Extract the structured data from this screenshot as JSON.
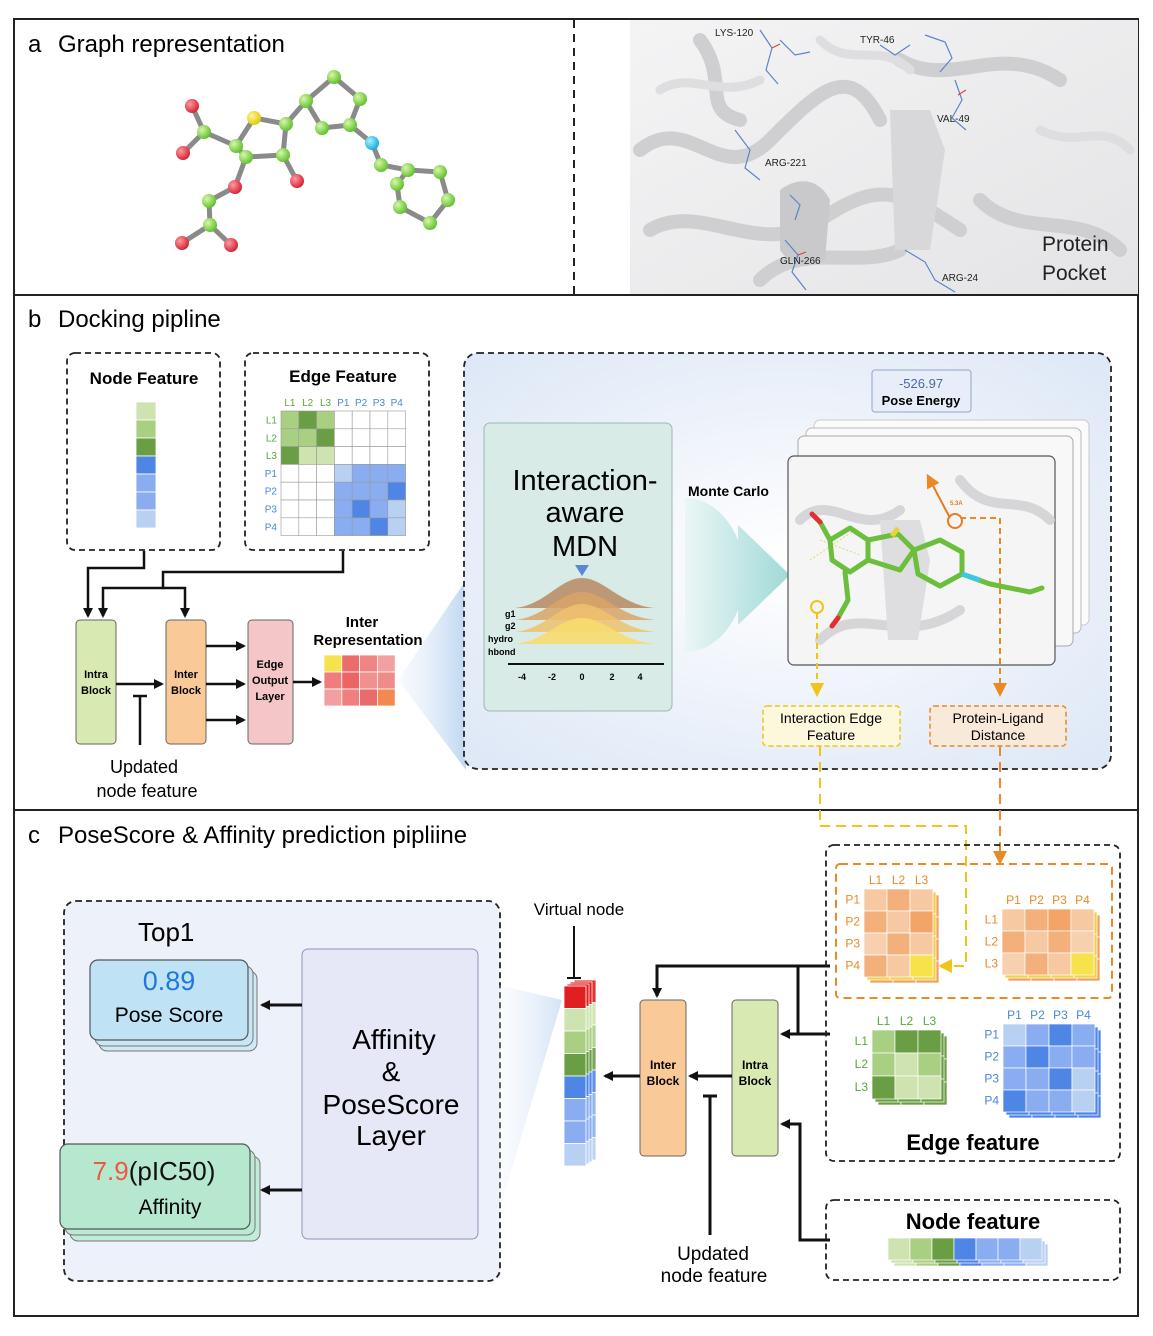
{
  "panel_a": {
    "letter": "a",
    "title": "Graph representation",
    "residues": [
      "LYS-120",
      "TYR-46",
      "VAL-49",
      "ARG-221",
      "GLN-266",
      "ARG-24"
    ],
    "pocket_label_line1": "Protein",
    "pocket_label_line2": "Pocket"
  },
  "panel_b": {
    "letter": "b",
    "title": "Docking pipline",
    "node_feature_title": "Node Feature",
    "edge_feature_title": "Edge Feature",
    "ligand_labels": [
      "L1",
      "L2",
      "L3"
    ],
    "protein_labels": [
      "P1",
      "P2",
      "P3",
      "P4"
    ],
    "intra_block_line1": "Intra",
    "intra_block_line2": "Block",
    "inter_block_line1": "Inter",
    "inter_block_line2": "Block",
    "edge_output_line1": "Edge",
    "edge_output_line2": "Output",
    "edge_output_line3": "Layer",
    "inter_repr_line1": "Inter",
    "inter_repr_line2": "Representation",
    "updated_line1": "Updated",
    "updated_line2": "node feature",
    "mdn_line1": "Interaction-",
    "mdn_line2": "aware",
    "mdn_line3": "MDN",
    "mdn_curve_labels": [
      "g1",
      "g2",
      "hydro",
      "hbond"
    ],
    "mdn_axis_ticks": [
      "-4",
      "-2",
      "0",
      "2",
      "4"
    ],
    "monte_carlo": "Monte Carlo",
    "pose_energy_value": "-526.97",
    "pose_energy_label": "Pose Energy",
    "distance_label": "5.3A",
    "interaction_edge_line1": "Interaction Edge",
    "interaction_edge_line2": "Feature",
    "protein_ligand_line1": "Protein-Ligand",
    "protein_ligand_line2": "Distance"
  },
  "panel_c": {
    "letter": "c",
    "title": "PoseScore & Affinity prediction pipliine",
    "top1": "Top1",
    "pose_score_value": "0.89",
    "pose_score_label": "Pose Score",
    "affinity_value": "7.9",
    "affinity_unit": "(pIC50)",
    "affinity_label": "Affinity",
    "layer_line1": "Affinity",
    "layer_line2": "&",
    "layer_line3": "PoseScore",
    "layer_line4": "Layer",
    "virtual_node": "Virtual node",
    "inter_block_line1": "Inter",
    "inter_block_line2": "Block",
    "intra_block_line1": "Intra",
    "intra_block_line2": "Block",
    "updated_line1": "Updated",
    "updated_line2": "node feature",
    "edge_feature": "Edge feature",
    "node_feature": "Node feature",
    "ligand_labels": [
      "L1",
      "L2",
      "L3"
    ],
    "protein_labels": [
      "P1",
      "P2",
      "P3",
      "P4"
    ]
  },
  "colors": {
    "green_light": "#cfe3b0",
    "green_mid": "#a9cf83",
    "green_dark": "#6a9e45",
    "blue_light": "#b8d0f2",
    "blue_mid": "#89adf0",
    "blue_dark": "#4f86e6",
    "orange_block": "#f9c998",
    "intra_block": "#d9e9b2",
    "edge_output": "#f4c6c8",
    "pose_score_box": "#bfe3f4",
    "affinity_box": "#b6e8d0",
    "layer_box": "#e6e8f8",
    "mdn_box": "#d8ebe7",
    "accent_blue": "#1f77e0",
    "accent_red": "#ec5a40"
  }
}
